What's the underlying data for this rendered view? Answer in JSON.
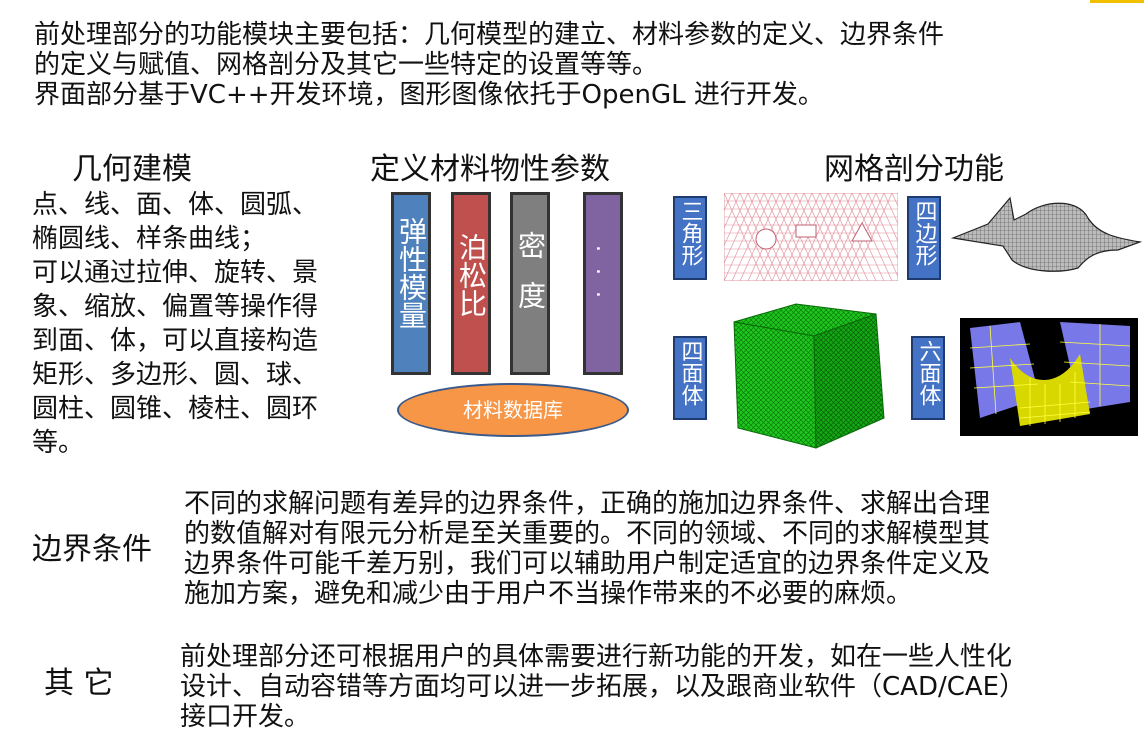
{
  "intro": {
    "lines": [
      "前处理部分的功能模块主要包括：几何模型的建立、材料参数的定义、边界条件",
      "的定义与赋值、网格剖分及其它一些特定的设置等等。",
      "界面部分基于VC++开发环境，图形图像依托于OpenGL 进行开发。"
    ]
  },
  "geometry": {
    "title": "几何建模",
    "lines": [
      "点、线、面、体、圆弧、",
      "椭圆线、样条曲线；",
      "可以通过拉伸、旋转、景",
      "象、缩放、偏置等操作得",
      "到面、体，可以直接构造",
      "矩形、多边形、圆、球、",
      "圆柱、圆锥、棱柱、圆环",
      "等。"
    ]
  },
  "material": {
    "title": "定义材料物性参数",
    "boxes": [
      {
        "label": "弹性模量",
        "color": "#4f81bd"
      },
      {
        "label": "泊松比",
        "color": "#c0504d"
      },
      {
        "label": "密度",
        "color": "#7f7f7f"
      },
      {
        "label": "...",
        "color": "#8064a2"
      }
    ],
    "database_label": "材料数据库",
    "database_color": "#f79646"
  },
  "mesh": {
    "title": "网格剖分功能",
    "labels": {
      "triangle": "三角形",
      "quad": "四边形",
      "tetra": "四面体",
      "hexa": "六面体"
    },
    "label_color": "#4472c4"
  },
  "boundary": {
    "label": "边界条件",
    "lines": [
      "不同的求解问题有差异的边界条件，正确的施加边界条件、求解出合理",
      "的数值解对有限元分析是至关重要的。不同的领域、不同的求解模型其",
      "边界条件可能千差万别，我们可以辅助用户制定适宜的边界条件定义及",
      "施加方案，避免和减少由于用户不当操作带来的不必要的麻烦。"
    ]
  },
  "other": {
    "label": "其 它",
    "lines": [
      "前处理部分还可根据用户的具体需要进行新功能的开发，如在一些人性化",
      "设计、自动容错等方面均可以进一步拓展，以及跟商业软件（CAD/CAE）",
      "接口开发。"
    ]
  }
}
